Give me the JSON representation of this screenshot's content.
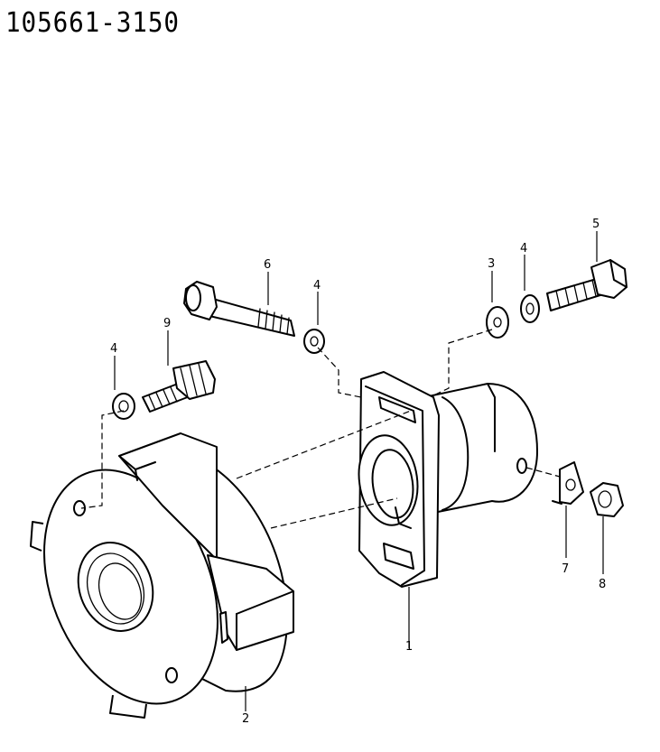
{
  "diagram": {
    "part_number": "105661-3150",
    "callouts": [
      {
        "id": "c1",
        "label": "1",
        "part": "mounting-flange"
      },
      {
        "id": "c2",
        "label": "2",
        "part": "pump-housing"
      },
      {
        "id": "c3",
        "label": "3",
        "part": "flat-washer"
      },
      {
        "id": "c4a",
        "label": "4",
        "part": "lock-washer"
      },
      {
        "id": "c4b",
        "label": "4",
        "part": "lock-washer"
      },
      {
        "id": "c4c",
        "label": "4",
        "part": "lock-washer"
      },
      {
        "id": "c5",
        "label": "5",
        "part": "hex-bolt"
      },
      {
        "id": "c6",
        "label": "6",
        "part": "long-bolt"
      },
      {
        "id": "c7",
        "label": "7",
        "part": "bracket-clip"
      },
      {
        "id": "c8",
        "label": "8",
        "part": "hex-nut"
      },
      {
        "id": "c9",
        "label": "9",
        "part": "knurled-screw"
      }
    ]
  }
}
